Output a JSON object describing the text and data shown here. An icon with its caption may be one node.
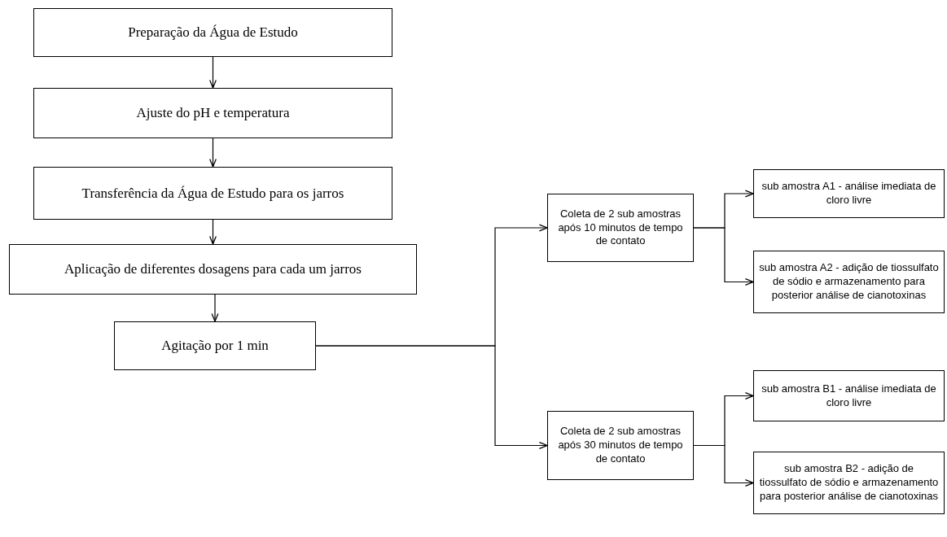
{
  "diagram": {
    "nodes": [
      {
        "text": [
          "Preparação da Água de Estudo"
        ]
      },
      {
        "text": [
          "Ajuste do pH e temperatura"
        ]
      },
      {
        "text": [
          "Transferência da Água de Estudo para os jarros"
        ]
      },
      {
        "text": [
          "Aplicação de diferentes dosagens para cada um jarros"
        ]
      },
      {
        "text": [
          "Agitação por 1 min"
        ]
      },
      {
        "text": [
          "Coleta de 2 sub amostras após 10 minutos de tempo de contato"
        ]
      },
      {
        "text": [
          "Coleta de 2 sub amostras após 30 minutos de tempo de contato"
        ]
      },
      {
        "text": [
          "sub amostra A1 - análise imediata de cloro livre"
        ]
      },
      {
        "text": [
          "sub amostra A2 - adição de tiossulfato de sódio e armazenamento para posterior análise de cianotoxinas"
        ]
      },
      {
        "text": [
          "sub amostra B1 - análise imediata de cloro livre"
        ]
      },
      {
        "text": [
          "sub amostra B2 - adição de tiossulfato de sódio e armazenamento para posterior análise de cianotoxinas"
        ]
      }
    ],
    "edges": [
      {
        "from": 0,
        "to": 1,
        "arrow": "to"
      },
      {
        "from": 1,
        "to": 2,
        "arrow": "to"
      },
      {
        "from": 2,
        "to": 3,
        "arrow": "to"
      },
      {
        "from": 3,
        "to": 4,
        "arrow": "to"
      },
      {
        "from": 4,
        "to": 5,
        "arrow": "to"
      },
      {
        "from": 4,
        "to": 6,
        "arrow": "to"
      },
      {
        "from": 5,
        "to": 7,
        "arrow": "to"
      },
      {
        "from": 5,
        "to": 8,
        "arrow": "to"
      },
      {
        "from": 6,
        "to": 9,
        "arrow": "to"
      },
      {
        "from": 6,
        "to": 10,
        "arrow": "to"
      }
    ]
  }
}
